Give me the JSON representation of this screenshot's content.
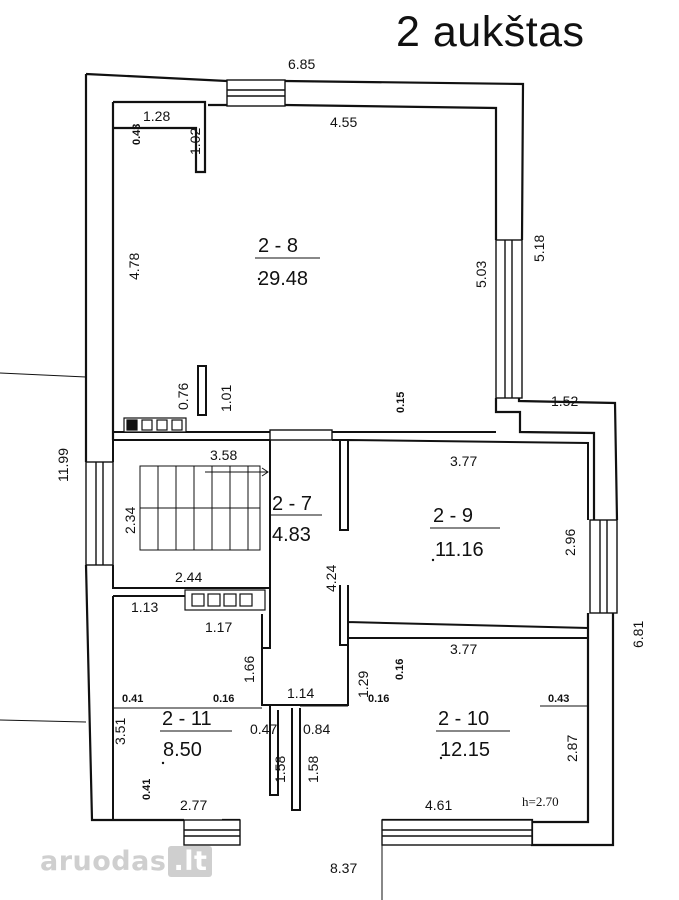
{
  "title": "2 aukštas",
  "watermark": {
    "text": "aruodas",
    "suffix": ".lt"
  },
  "rooms": [
    {
      "id": "2 - 8",
      "area": "29.48"
    },
    {
      "id": "2 - 7",
      "area": "4.83"
    },
    {
      "id": "2 - 9",
      "area": "11.16"
    },
    {
      "id": "2 - 10",
      "area": "12.15"
    },
    {
      "id": "2 - 11",
      "area": "8.50"
    }
  ],
  "dimensions": {
    "top_width": "6.85",
    "room8_width": "4.55",
    "room8_right_outer": "5.18",
    "room8_right_inner": "5.03",
    "room8_left": "4.78",
    "nook_width": "1.28",
    "nook_wall": "0.43",
    "nook_depth": "1.02",
    "lower_left_wall": "0.76",
    "partition_end": "1.01",
    "wall_thickness": "0.15",
    "ledge_width": "1.52",
    "total_height": "11.99",
    "room9_width": "3.77",
    "room9_height": "2.96",
    "stair_run": "3.58",
    "stair_height": "2.34",
    "landing_width": "2.44",
    "hall_height": "4.24",
    "right_height": "6.81",
    "room10_top": "3.77",
    "room10_wall": "0.16",
    "room10_height": "2.87",
    "room10_bottom": "4.61",
    "room10_right_wall": "0.43",
    "ceiling_height": "h=2.70",
    "room11_top_left": "1.13",
    "room11_top_right": "1.17",
    "room11_left": "3.51",
    "room11_left_wall": "0.41",
    "room11_mid_wall": "0.16",
    "room11_partition": "1.66",
    "room11_bottom_wall": "0.41",
    "room11_bottom": "2.77",
    "room11_inner_wall": "0.47",
    "closet_wall": "1.29",
    "closet_wall2": "0.16",
    "closet_width": "1.14",
    "closet_right": "0.84",
    "closet_left_height": "1.58",
    "closet_right_height": "1.58",
    "bottom_total": "8.37"
  }
}
